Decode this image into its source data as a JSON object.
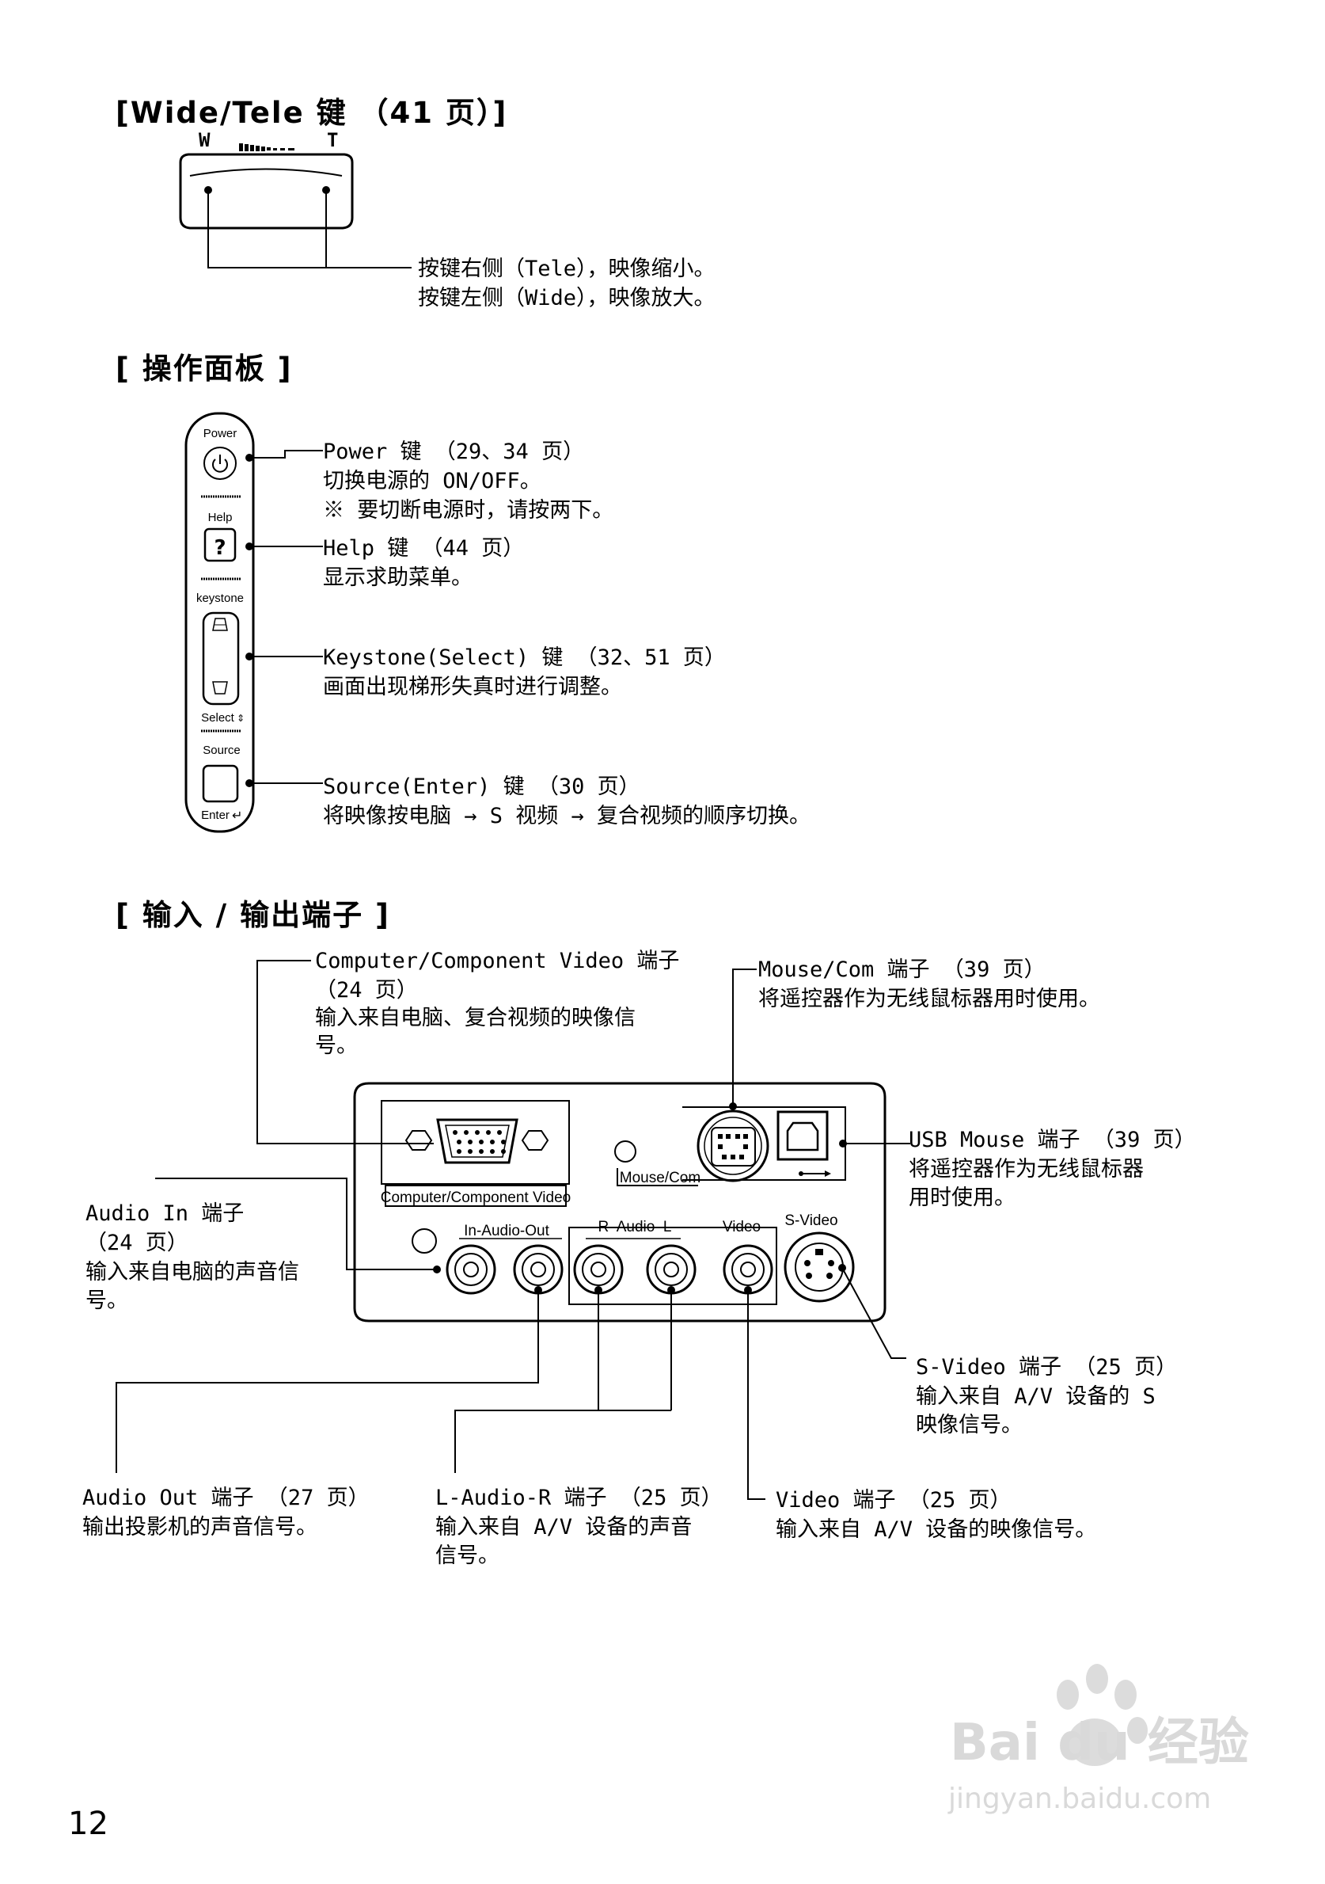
{
  "sections": {
    "wide_tele": {
      "heading": "[Wide/Tele 键 （41 页）]",
      "label_w": "W",
      "label_t": "T",
      "desc_line1": "按键右侧（Tele），映像缩小。",
      "desc_line2": "按键左侧（Wide），映像放大。"
    },
    "panel": {
      "heading": "[ 操作面板 ]",
      "power": {
        "title": "Power 键 （29、34 页）",
        "line1": "切换电源的 ON/OFF。",
        "line2": "※ 要切断电源时，请按两下。",
        "device_label": "Power"
      },
      "help": {
        "title": "Help 键 （44 页）",
        "line1": "显示求助菜单。",
        "device_label": "Help"
      },
      "keystone": {
        "title": "Keystone(Select) 键 （32、51 页）",
        "line1": "画面出现梯形失真时进行调整。",
        "device_label": "keystone",
        "select_label": "Select"
      },
      "source": {
        "title": "Source(Enter) 键 （30 页）",
        "line1": "将映像按电脑 → S 视频 → 复合视频的顺序切换。",
        "device_label": "Source",
        "enter_label": "Enter"
      }
    },
    "io": {
      "heading": "[ 输入 / 输出端子 ]",
      "computer": {
        "title": "Computer/Component Video 端子",
        "line1": "（24 页）",
        "line2": "输入来自电脑、复合视频的映像信",
        "line3": "号。",
        "device_label": "Computer/Component Video"
      },
      "mouse_com": {
        "title": "Mouse/Com 端子 （39 页）",
        "line1": "将遥控器作为无线鼠标器用时使用。",
        "device_label": "Mouse/Com"
      },
      "usb": {
        "title": "USB Mouse 端子 （39 页）",
        "line1": "将遥控器作为无线鼠标器",
        "line2": "用时使用。"
      },
      "audio_in": {
        "title": "Audio In 端子",
        "line1": "（24 页）",
        "line2": "输入来自电脑的声音信",
        "line3": "号。",
        "device_label": "In-Audio-Out"
      },
      "svideo": {
        "title": "S-Video 端子 （25 页）",
        "line1": "输入来自 A/V 设备的 S",
        "line2": "映像信号。",
        "device_label": "S-Video"
      },
      "audio_out": {
        "title": "Audio Out 端子 （27 页）",
        "line1": "输出投影机的声音信号。"
      },
      "lr_audio": {
        "title": "L-Audio-R 端子 （25 页）",
        "line1": "输入来自 A/V 设备的声音",
        "line2": "信号。",
        "device_label": "R  Audio  L"
      },
      "video": {
        "title": "Video 端子 （25 页）",
        "line1": "输入来自 A/V 设备的映像信号。",
        "device_label": "Video"
      }
    }
  },
  "page_number": "12",
  "watermark": {
    "brand": "Bai du 经验",
    "url": "jingyan.baidu.com"
  }
}
